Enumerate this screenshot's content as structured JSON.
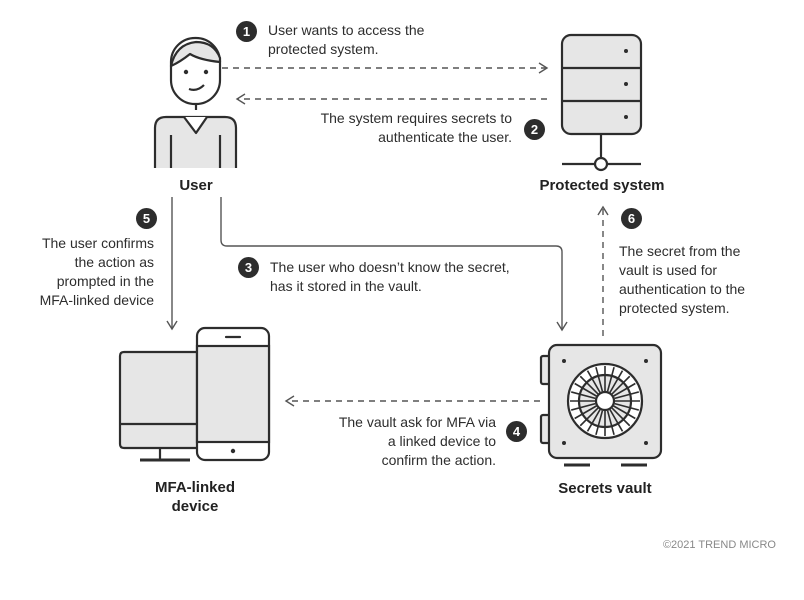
{
  "steps": [
    {
      "number": "1",
      "text": [
        "User wants to access the",
        "protected system."
      ]
    },
    {
      "number": "2",
      "text": [
        "The system requires secrets to",
        "authenticate the user."
      ]
    },
    {
      "number": "3",
      "text": [
        "The user who doesn’t know the secret,",
        "has it stored in the vault."
      ]
    },
    {
      "number": "4",
      "text": [
        "The vault ask for MFA via",
        "a linked device to",
        "confirm the action."
      ]
    },
    {
      "number": "5",
      "text": [
        "The user confirms",
        "the action as",
        "prompted in the",
        "MFA-linked device"
      ]
    },
    {
      "number": "6",
      "text": [
        "The secret from the",
        "vault is used for",
        "authentication to the",
        "protected system."
      ]
    }
  ],
  "nodes": {
    "user": "User",
    "protected_system": "Protected system",
    "mfa_device": [
      "MFA-linked",
      "device"
    ],
    "secrets_vault": "Secrets vault"
  },
  "icons": [
    "user-icon",
    "server-icon",
    "monitor-icon",
    "smartphone-icon",
    "vault-icon"
  ],
  "colors": {
    "stroke": "#2d2d2d",
    "fill_light": "#e6e6e6",
    "badge": "#2d2d2d",
    "arrow": "#666666"
  },
  "copyright": "©2021 TREND MICRO"
}
